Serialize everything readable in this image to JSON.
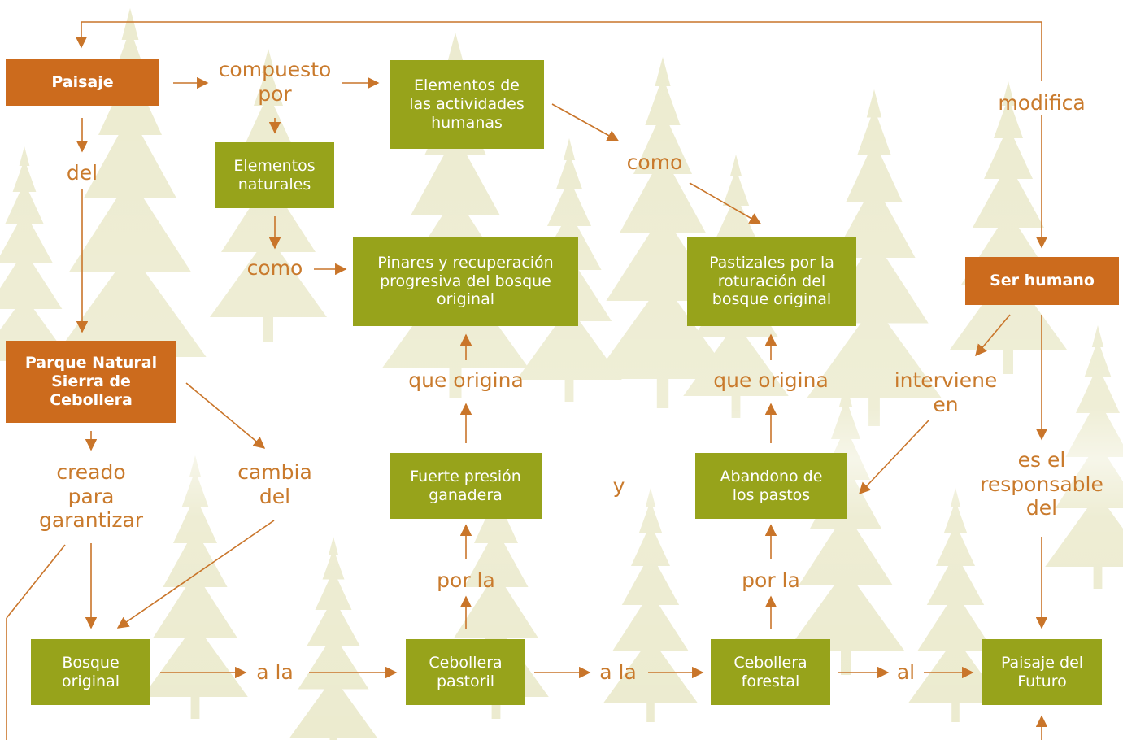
{
  "boxes": {
    "paisaje": "Paisaje",
    "parque": "Parque Natural\nSierra de\nCebollera",
    "ser_humano": "Ser humano",
    "elementos_actividades": "Elementos de\nlas actividades\nhumanas",
    "elementos_naturales": "Elementos\nnaturales",
    "pinares": "Pinares y recuperación\nprogresiva del bosque\noriginal",
    "pastizales": "Pastizales por la\nroturación del\nbosque original",
    "fuerte_presion": "Fuerte presión\nganadera",
    "abandono": "Abandono de\nlos pastos",
    "bosque_original": "Bosque\noriginal",
    "cebollera_pastoril": "Cebollera\npastoril",
    "cebollera_forestal": "Cebollera\nforestal",
    "paisaje_futuro": "Paisaje del\nFuturo"
  },
  "connectors": {
    "compuesto_por": "compuesto\npor",
    "del": "del",
    "modifica": "modifica",
    "como_1": "como",
    "como_2": "como",
    "que_origina_1": "que origina",
    "que_origina_2": "que origina",
    "interviene_en": "interviene\nen",
    "creado_para": "creado\npara\ngarantizar",
    "cambia_del": "cambia\ndel",
    "y": "y",
    "es_el_responsable": "es el\nresponsable\ndel",
    "por_la_1": "por la",
    "por_la_2": "por la",
    "a_la_1": "a la",
    "a_la_2": "a la",
    "al": "al"
  },
  "colors": {
    "green_box": "#97a31b",
    "orange_box": "#cc6b1d",
    "connector_text": "#c97a2c",
    "arrow": "#c9752a",
    "background_trees": "#e9e7c6"
  },
  "icons": {
    "background": "pine-tree-forest-illustration"
  }
}
